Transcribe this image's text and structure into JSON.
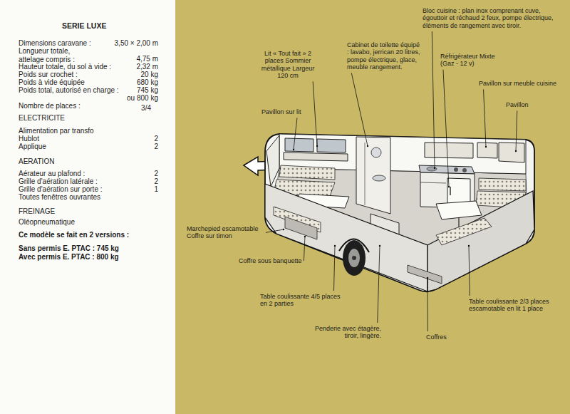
{
  "diagram": {
    "title": "SERIE LUXE",
    "labels": [
      "Dimensions caravane :",
      "3,50 × 2,00 m",
      "Longueur totale, attelage compris :",
      "4,75 m",
      "Hauteur totale, du sol à vide :",
      "2,32 m",
      "Poids sur crochet :",
      "20 kg",
      "Poids à vide équipée",
      "680 kg",
      "Poids total, autorisé en charge :",
      "745 kg",
      "ou 800 kg",
      "Nombre de places :",
      "3/4",
      "ELECTRICITE",
      "Alimentation par transfo",
      "Hublot",
      "2",
      "Applique",
      "2",
      "AERATION",
      "Aérateur au plafond :",
      "2",
      "Grille d'aération latérale :",
      "2",
      "Grille d'aération sur porte :",
      "1",
      "Toutes fenêtres ouvrantes",
      "FREINAGE",
      "Oléopneumatique",
      "Ce modèle se fait en 2 versions :",
      "Sans permis E. PTAC : 745 kg",
      "Avec permis E. PTAC : 800 kg",
      "Lit « Tout fait » 2 places Sommier métallique Largeur 120 cm",
      "Cabinet de toilette équipé : lavabo, jerrican 20 litres, pompe électrique, glace, meuble rangement.",
      "Bloc cuisine : plan inox comprenant cuve, égouttoir et réchaud 2 feux, pompe électrique, éléments de rangement avec tiroir.",
      "Réfrigérateur Mixte (Gaz - 12 v)",
      "Pavillon sur meuble cuisine",
      "Pavillon",
      "Pavillon sur lit",
      "Marchepied escamotable Coffre sur timon",
      "Coffre sous banquette",
      "Table coulissante 4/5 places en 2 parties",
      "Penderie avec étagère, tiroir, lingère.",
      "Coffres",
      "Table coulissante 2/3 places escamotable en lit 1 place"
    ]
  }
}
